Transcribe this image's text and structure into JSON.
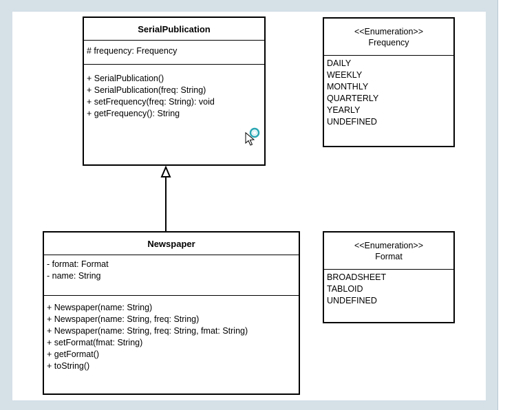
{
  "classes": {
    "serial_publication": {
      "name": "SerialPublication",
      "attributes": [
        "# frequency: Frequency"
      ],
      "methods": [
        "+ SerialPublication()",
        "+ SerialPublication(freq: String)",
        "+ setFrequency(freq: String): void",
        "+ getFrequency(): String"
      ]
    },
    "newspaper": {
      "name": "Newspaper",
      "attributes": [
        "- format: Format",
        "- name: String"
      ],
      "methods": [
        "+ Newspaper(name: String)",
        "+ Newspaper(name: String, freq: String)",
        "+ Newspaper(name: String, freq: String, fmat: String)",
        "+ setFormat(fmat: String)",
        "+ getFormat()",
        "+ toString()"
      ]
    }
  },
  "enumerations": {
    "frequency": {
      "stereotype": "<<Enumeration>>",
      "name": "Frequency",
      "values": [
        "DAILY",
        "WEEKLY",
        "MONTHLY",
        "QUARTERLY",
        "YEARLY",
        "UNDEFINED"
      ]
    },
    "format": {
      "stereotype": "<<Enumeration>>",
      "name": "Format",
      "values": [
        "BROADSHEET",
        "TABLOID",
        "UNDEFINED"
      ]
    }
  },
  "relations": [
    {
      "type": "generalization",
      "from": "Newspaper",
      "to": "SerialPublication"
    }
  ],
  "icons": {
    "cursor": "pointer-busy-cursor-icon"
  },
  "colors": {
    "background": "#d5e0e7",
    "canvas": "#ffffff",
    "stroke": "#000000",
    "cursor_ring": "#2aa6b3"
  }
}
